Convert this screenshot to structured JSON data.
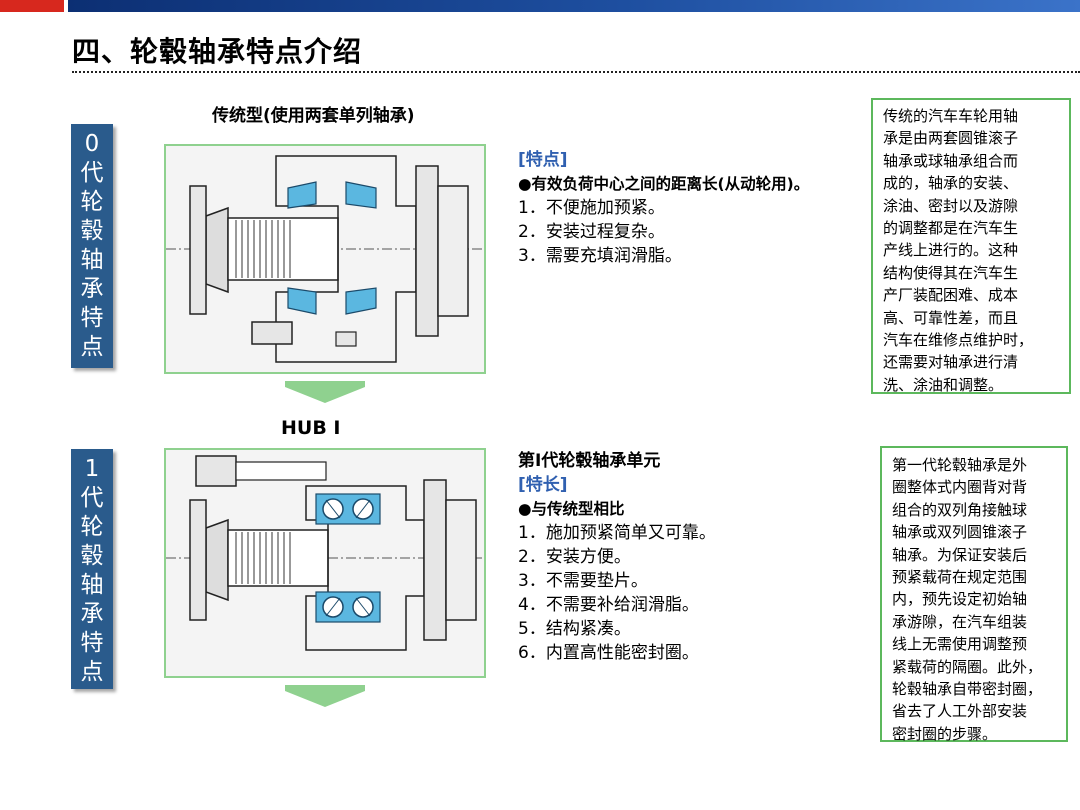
{
  "header": {
    "title": "四、轮毂轴承特点介绍"
  },
  "gen0": {
    "label": [
      "0",
      "代",
      "轮",
      "毂",
      "轴",
      "承",
      "特",
      "点"
    ],
    "caption": "传统型(使用两套单列轴承)",
    "features": {
      "bracket": "[特点]",
      "bullet": "●有效负荷中心之间的距离长(从动轮用)。",
      "items": [
        "1．不便施加预紧。",
        "2．安装过程复杂。",
        "3．需要充填润滑脂。"
      ]
    },
    "note_lines": [
      "传统的汽车车轮用轴",
      "承是由两套圆锥滚子",
      "轴承或球轴承组合而",
      "成的，轴承的安装、",
      "涂油、密封以及游隙",
      "的调整都是在汽车生",
      "产线上进行的。这种",
      "结构使得其在汽车生",
      "产厂装配困难、成本",
      "高、可靠性差，而且",
      "汽车在维修点维护时，",
      "还需要对轴承进行清",
      "洗、涂油和调整。"
    ]
  },
  "gen1": {
    "caption": "HUB Ⅰ",
    "label": [
      "1",
      "代",
      "轮",
      "毂",
      "轴",
      "承",
      "特",
      "点"
    ],
    "features": {
      "heading": "第Ⅰ代轮毂轴承单元",
      "bracket": "[特长]",
      "bullet": "●与传统型相比",
      "items": [
        "1．施加预紧简单又可靠。",
        "2．安装方便。",
        "3．不需要垫片。",
        "4．不需要补给润滑脂。",
        "5．结构紧凑。",
        "6．内置高性能密封圈。"
      ]
    },
    "note_lines": [
      "第一代轮毂轴承是外",
      "圈整体式内圈背对背",
      "组合的双列角接触球",
      "轴承或双列圆锥滚子",
      "轴承。为保证安装后",
      "预紧载荷在规定范围",
      "内，预先设定初始轴",
      "承游隙，在汽车组装",
      "线上无需使用调整预",
      "紧载荷的隔圈。此外，",
      "轮毂轴承自带密封圈，",
      "省去了人工外部安装",
      "密封圈的步骤。"
    ]
  },
  "colors": {
    "accent_blue": "#2a5b8c",
    "frame_green": "#8fd18f",
    "note_green": "#5cb85c",
    "bracket_blue": "#3060b0",
    "top_red": "#d7281e",
    "bearing_cyan": "#5bb7e0"
  },
  "icons": [
    "bearing-cross-section-drawing",
    "down-arrow"
  ]
}
